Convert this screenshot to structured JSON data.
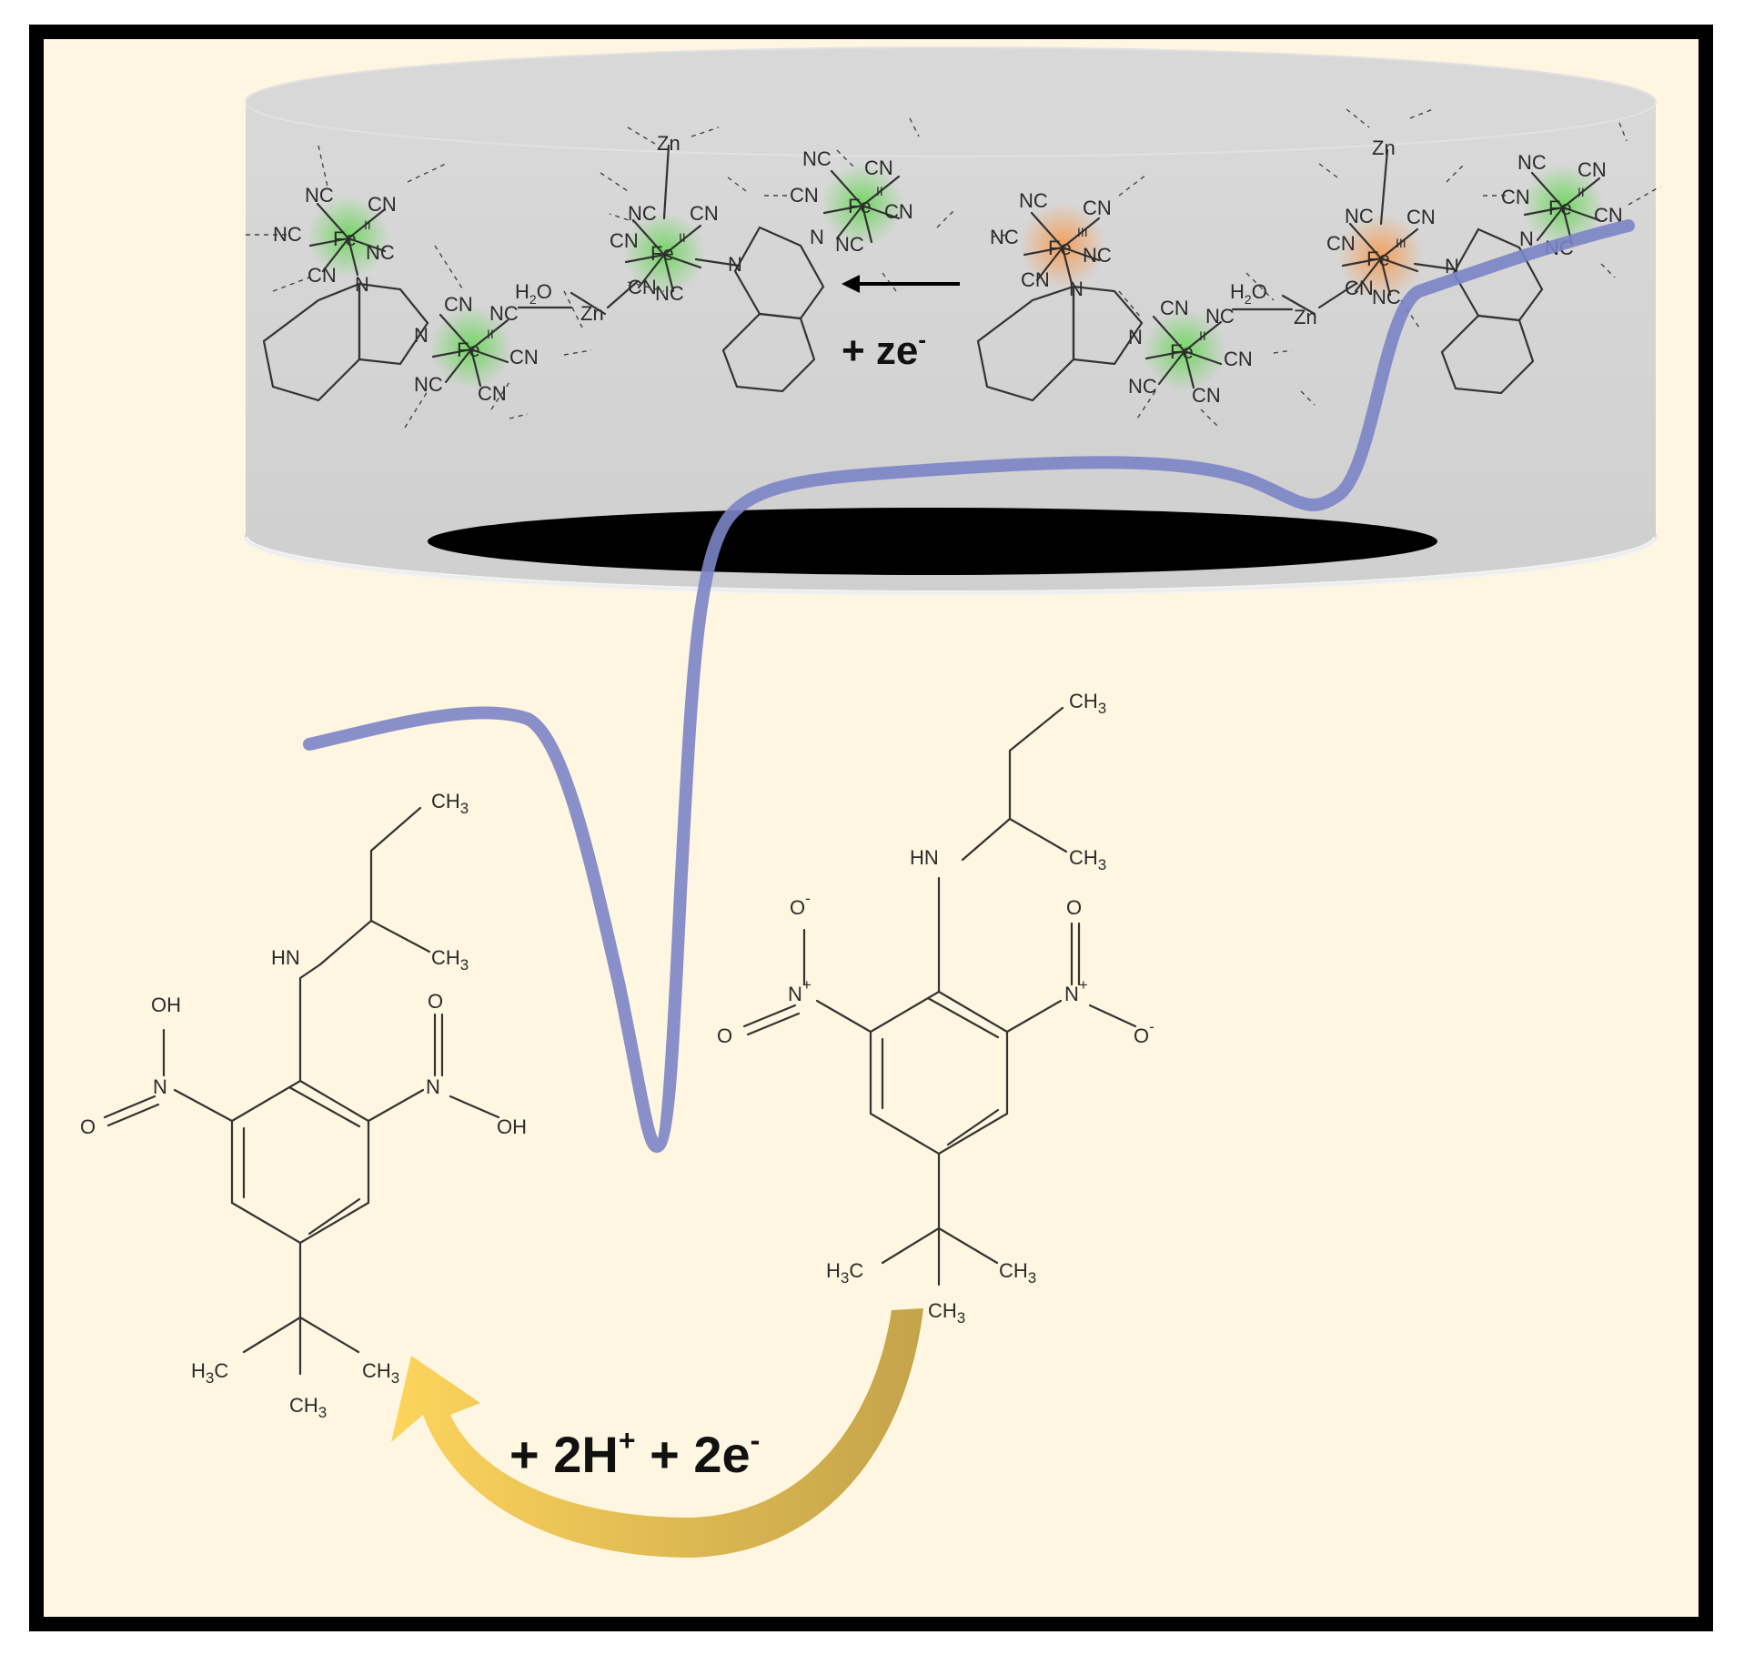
{
  "frame": {
    "background": "#fef6e0",
    "border": "#000000",
    "electrode_top": "#d8d8d8",
    "electrode_rim": "#e6e6e6",
    "electrode_hole": "#000000",
    "curve_color": "#7b84c6"
  },
  "glow": {
    "fe2": "#72d860",
    "fe3": "#f7a35c"
  },
  "film": {
    "reaction_arrow_label": "+ ze",
    "reaction_arrow_sup": "-",
    "atoms": {
      "fe": "Fe",
      "zn": "Zn",
      "n": "N",
      "water": "H",
      "water_sub": "2",
      "water_o": "O"
    },
    "ligands": {
      "nc": "NC",
      "cn": "CN"
    },
    "oxidation": {
      "ii": "II",
      "iii": "III"
    }
  },
  "molecules": {
    "ch3": "CH",
    "ch3_sub": "3",
    "h3c": "H",
    "h3c_c": "C",
    "hn": "HN",
    "oh": "OH",
    "o": "O",
    "o_minus_sup": "-",
    "n": "N",
    "n_plus_sup": "+"
  },
  "reaction": {
    "label_a": "+ 2H",
    "sup_a": "+",
    "label_b": " + 2e",
    "sup_b": "-",
    "arrow_color_a": "#fdd45c",
    "arrow_color_b": "#c9a84c"
  }
}
